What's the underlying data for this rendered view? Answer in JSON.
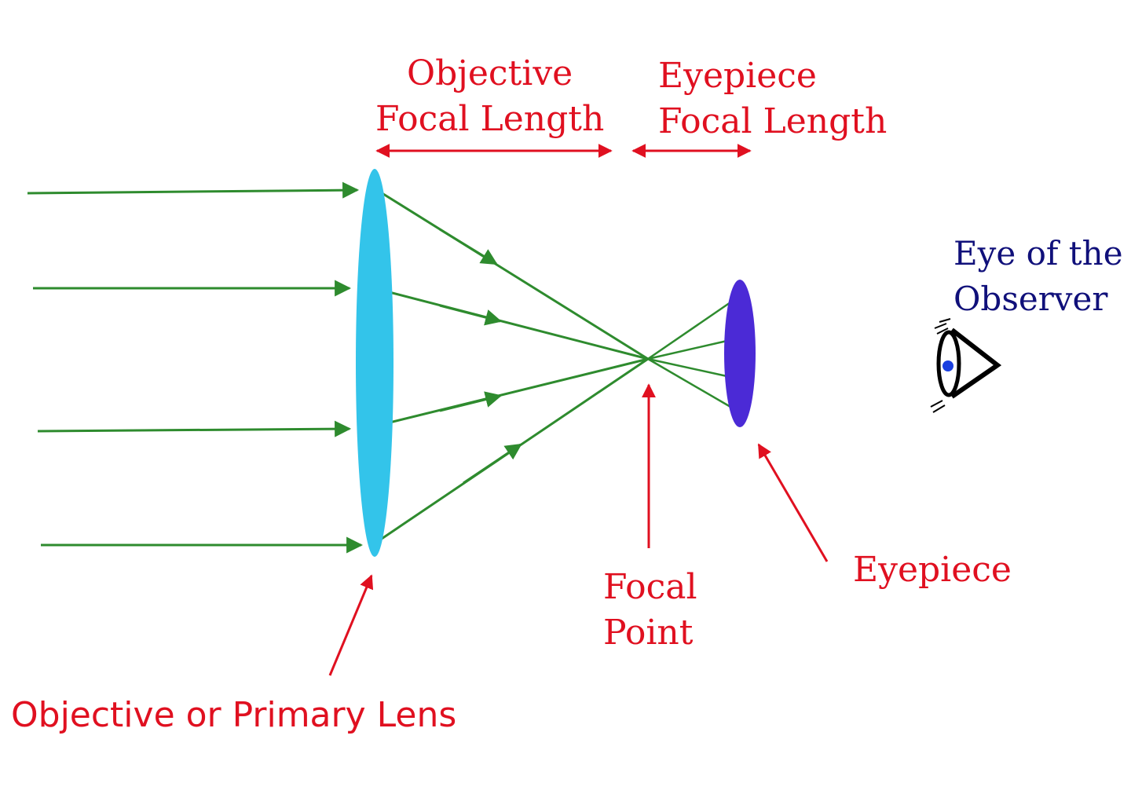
{
  "labels": {
    "objective_focal_length_line1": "Objective",
    "objective_focal_length_line2": "Focal Length",
    "eyepiece_focal_length_line1": "Eyepiece",
    "eyepiece_focal_length_line2": "Focal Length",
    "eye_of_observer_line1": "Eye of the",
    "eye_of_observer_line2": "Observer",
    "focal_point_line1": "Focal",
    "focal_point_line2": "Point",
    "eyepiece": "Eyepiece",
    "objective_lens": "Objective or Primary Lens"
  },
  "colors": {
    "label_red": "#e01020",
    "label_blue": "#10107a",
    "ray_green": "#2e8b2e",
    "objective_lens": "#33c4ea",
    "eyepiece_lens": "#4b2ad6",
    "pupil": "#1a3fe0"
  }
}
